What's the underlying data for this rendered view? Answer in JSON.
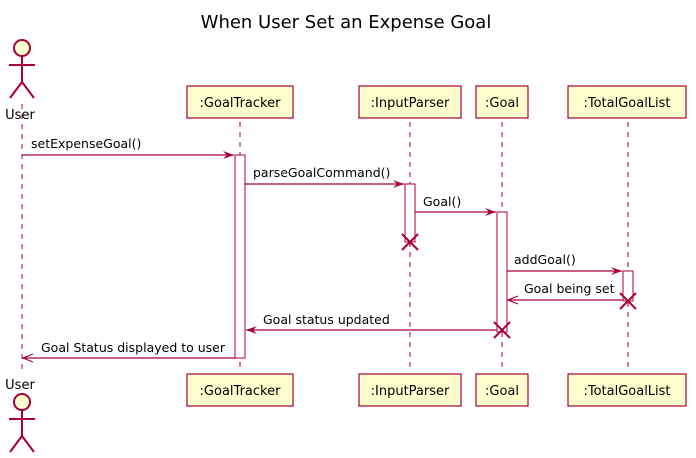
{
  "title": "When User Set an Expense Goal",
  "colors": {
    "line": "#A80036",
    "box_fill": "#FEFECE",
    "activation_fill": "#FFFFFF"
  },
  "participants": [
    {
      "id": "user",
      "label": "User",
      "kind": "actor"
    },
    {
      "id": "goaltracker",
      "label": ":GoalTracker",
      "kind": "participant"
    },
    {
      "id": "inputparser",
      "label": ":InputParser",
      "kind": "participant"
    },
    {
      "id": "goal",
      "label": ":Goal",
      "kind": "participant"
    },
    {
      "id": "totalgoallist",
      "label": ":TotalGoalList",
      "kind": "participant"
    }
  ],
  "messages": [
    {
      "from": "user",
      "to": "goaltracker",
      "label": "setExpenseGoal()"
    },
    {
      "from": "goaltracker",
      "to": "inputparser",
      "label": "parseGoalCommand()"
    },
    {
      "from": "inputparser",
      "to": "goal",
      "label": "Goal()"
    },
    {
      "from": "goal",
      "to": "totalgoallist",
      "label": "addGoal()"
    },
    {
      "from": "totalgoallist",
      "to": "goal",
      "label": "Goal being set"
    },
    {
      "from": "goal",
      "to": "goaltracker",
      "label": "Goal status updated"
    },
    {
      "from": "goaltracker",
      "to": "user",
      "label": "Goal Status displayed to user"
    }
  ],
  "destroyed": [
    "inputparser",
    "totalgoallist",
    "goal"
  ]
}
